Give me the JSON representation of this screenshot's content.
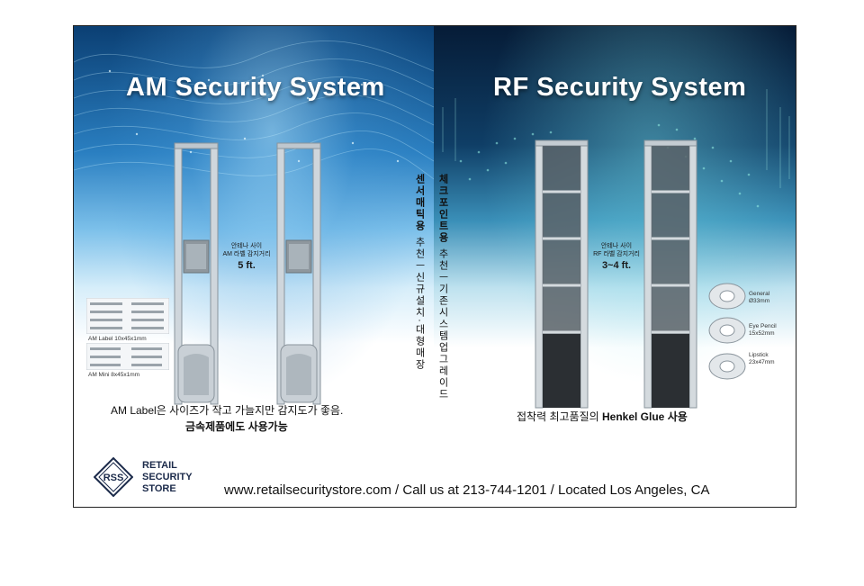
{
  "left": {
    "title": "AM Security System",
    "range_line1": "안테나 사이",
    "range_line2": "AM 라벨 감지거리",
    "range_value": "5 ft.",
    "am_label": "AM Label 10x45x1mm",
    "am_mini": "AM Mini 8x45x1mm",
    "caption1": "AM Label은 사이즈가 작고 가늘지만 감지도가 좋음.",
    "caption2": "금속제품에도 사용가능"
  },
  "right": {
    "title": "RF Security System",
    "range_line1": "안테나 사이",
    "range_line2": "RF 라벨 감지거리",
    "range_value": "3~4 ft.",
    "rolls": [
      {
        "name": "General",
        "size": "Ø33mm"
      },
      {
        "name": "Eye Pencil",
        "size": "15x52mm"
      },
      {
        "name": "Lipstick",
        "size": "23x47mm"
      }
    ],
    "caption_prefix": "접착력 최고품질의 ",
    "caption_bold": "Henkel Glue 사용"
  },
  "vertical": {
    "sensor_bold": "센서매틱용",
    "sensor_rest": "추천ㅡ신규설치·대형매장",
    "checkpoint_bold": "체크포인트용",
    "checkpoint_rest": "추천ㅡ기존시스템업그레이드"
  },
  "footer": {
    "logo_abbr": "RSS",
    "brand_line1": "RETAIL",
    "brand_line2": "SECURITY",
    "brand_line3": "STORE",
    "contact": "www.retailsecuritystore.com / Call us at 213-744-1201 / Located Los Angeles, CA"
  },
  "colors": {
    "am_blue": "#2a7fc1",
    "rf_navy": "#0f3e66",
    "brand_navy": "#1b2a4a"
  }
}
